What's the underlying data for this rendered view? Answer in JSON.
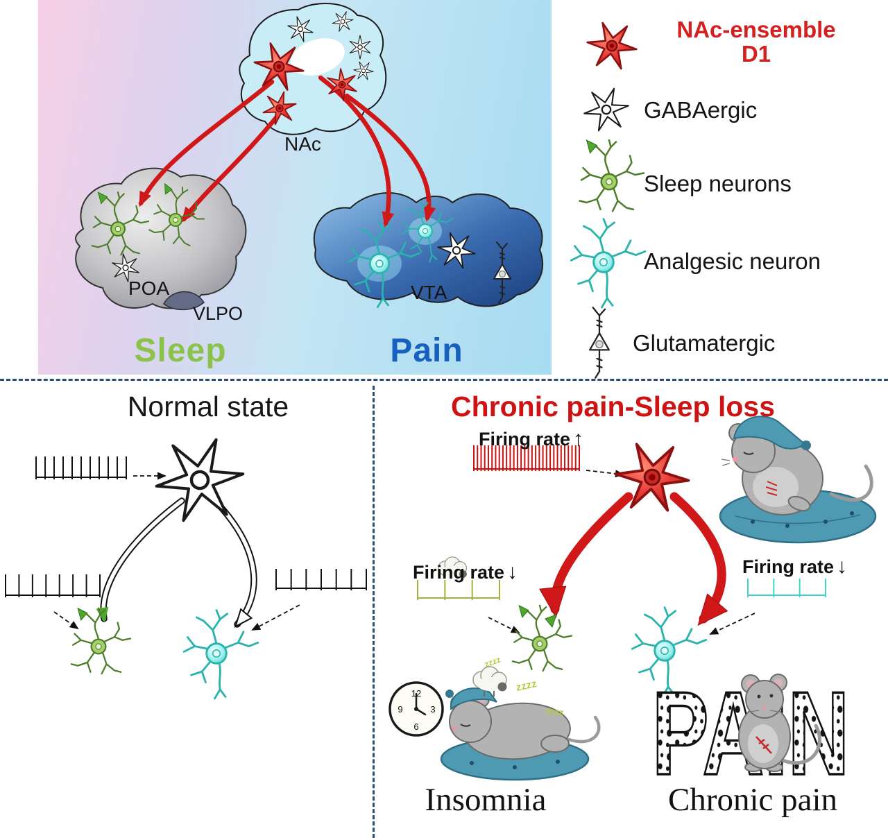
{
  "colors": {
    "d1_red": "#d32020",
    "sleep_green": "#8bc34a",
    "pain_blue": "#1660c0",
    "title_red": "#cc1414",
    "cushion_teal": "#4f9ab3"
  },
  "top_panel": {
    "regions": {
      "nac": "NAc",
      "poa": "POA",
      "vlpo": "VLPO",
      "vta": "VTA"
    },
    "states": {
      "sleep": "Sleep",
      "pain": "Pain"
    }
  },
  "legend": {
    "items": [
      {
        "icon": "d1-neuron-icon",
        "label": "NAc-ensemble",
        "label2": "D1"
      },
      {
        "icon": "gabaergic-neuron-icon",
        "label": "GABAergic"
      },
      {
        "icon": "sleep-neuron-icon",
        "label": "Sleep neurons"
      },
      {
        "icon": "analgesic-neuron-icon",
        "label": "Analgesic neuron"
      },
      {
        "icon": "glutamatergic-neuron-icon",
        "label": "Glutamatergic"
      }
    ]
  },
  "normal_panel": {
    "title": "Normal state",
    "spikes": {
      "input": {
        "count": 11,
        "color": "#111111"
      },
      "sleep": {
        "count": 8,
        "color": "#111111"
      },
      "analgesic": {
        "count": 7,
        "color": "#111111"
      }
    }
  },
  "chronic_panel": {
    "title": "Chronic pain-Sleep loss",
    "firing_up": {
      "label": "Firing rate",
      "arrow": "↑"
    },
    "firing_down_sleep": {
      "label": "Firing rate",
      "arrow": "↓"
    },
    "firing_down_analgesic": {
      "label": "Firing rate",
      "arrow": "↓"
    },
    "spikes": {
      "d1": {
        "count": 30,
        "color": "#cc1111"
      },
      "sleep": {
        "count": 4,
        "color": "#a0b43c"
      },
      "analgesic": {
        "count": 4,
        "color": "#3fd6cc"
      }
    },
    "insomnia": {
      "caption": "Insomnia",
      "zzz": "zzzz",
      "clock": {
        "numerals": [
          "12",
          "3",
          "6",
          "9"
        ]
      }
    },
    "chronic_pain": {
      "caption": "Chronic pain",
      "pain_word": "PAIN"
    }
  }
}
